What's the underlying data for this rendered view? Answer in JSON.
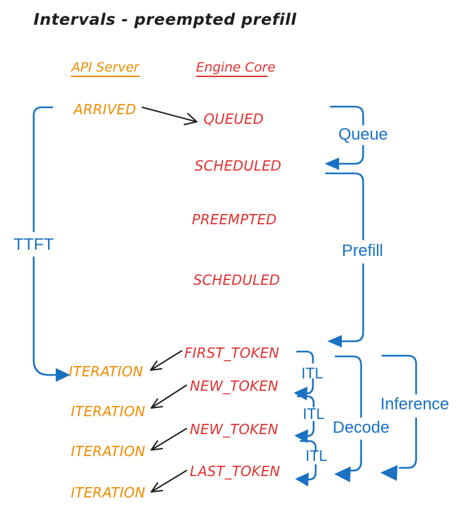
{
  "title": "Intervals - preempted prefill",
  "api_server": {
    "header": "API Server",
    "events": [
      {
        "label": "ARRIVED"
      },
      {
        "label": "ITERATION"
      },
      {
        "label": "ITERATION"
      },
      {
        "label": "ITERATION"
      },
      {
        "label": "ITERATION"
      }
    ]
  },
  "engine_core": {
    "header": "Engine Core",
    "events": [
      {
        "label": "QUEUED"
      },
      {
        "label": "SCHEDULED"
      },
      {
        "label": "PREEMPTED"
      },
      {
        "label": "SCHEDULED"
      },
      {
        "label": "FIRST_TOKEN"
      },
      {
        "label": "NEW_TOKEN"
      },
      {
        "label": "NEW_TOKEN"
      },
      {
        "label": "LAST_TOKEN"
      }
    ]
  },
  "intervals": {
    "ttft": "TTFT",
    "queue": "Queue",
    "prefill": "Prefill",
    "itl_1": "ITL",
    "itl_2": "ITL",
    "itl_3": "ITL",
    "decode": "Decode",
    "inference": "Inference"
  },
  "colors": {
    "ink": "#1e1e1e",
    "blue": "#1971c2",
    "red": "#e03131",
    "orange": "#f08c00",
    "bg": "#ffffff"
  }
}
